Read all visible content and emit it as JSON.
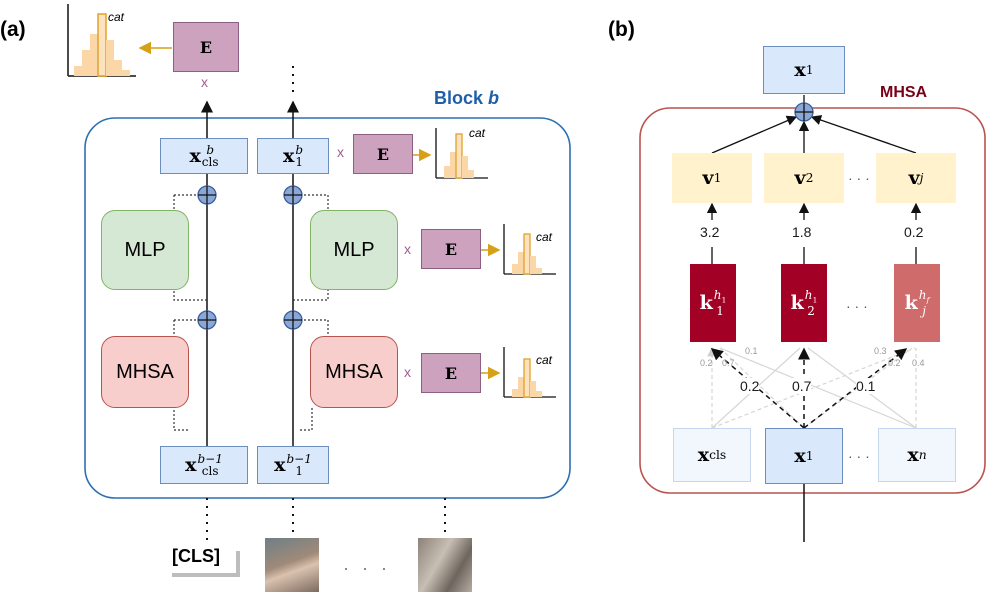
{
  "panel_a": {
    "label": "(a)",
    "block_title": "Block b",
    "block_title_main": "Block",
    "block_title_var": "b",
    "top_embed": "E",
    "top_cat": "cat",
    "times": "x",
    "x_cls_b": {
      "base": "x",
      "sub": "cls",
      "sup": "b"
    },
    "x_1_b": {
      "base": "x",
      "sub": "1",
      "sup": "b"
    },
    "x_cls_prev": {
      "base": "x",
      "sub": "cls",
      "sup": "b−1"
    },
    "x_1_prev": {
      "base": "x",
      "sub": "1",
      "sup": "b−1"
    },
    "mlp_label": "MLP",
    "mhsa_label": "MHSA",
    "embed_label": "E",
    "cat_label": "cat",
    "cls_token": "[CLS]",
    "ellipsis": "· · ·"
  },
  "panel_b": {
    "label": "(b)",
    "mhsa_title": "MHSA",
    "out": {
      "base": "x",
      "sub": "1"
    },
    "v": [
      {
        "base": "v",
        "sub": "1"
      },
      {
        "base": "v",
        "sub": "2"
      },
      {
        "base": "v",
        "sub": "j"
      }
    ],
    "v_weights": [
      "3.2",
      "1.8",
      "0.2"
    ],
    "k": [
      {
        "base": "k",
        "sub": "1",
        "sup": "h",
        "supsub": "1"
      },
      {
        "base": "k",
        "sub": "2",
        "sup": "h",
        "supsub": "1"
      },
      {
        "base": "k",
        "sub": "j",
        "sup": "h",
        "supsub": "f"
      }
    ],
    "k_colors": [
      "#a20025",
      "#a20025",
      "#d06b6b"
    ],
    "x_in": [
      {
        "base": "x",
        "sub": "cls"
      },
      {
        "base": "x",
        "sub": "1"
      },
      {
        "base": "x",
        "sub": "n"
      }
    ],
    "attn_weights_main": [
      "0.2",
      "0.7",
      "0.1"
    ],
    "attn_weights_small": [
      "0.2",
      "0.7",
      "0.1",
      "0.3",
      "0.2",
      "0.4"
    ],
    "ellipsis": "· · ·"
  },
  "colors": {
    "block_border": "#2d6fb3",
    "mhsa_border": "#b85450",
    "mhsa_title": "#7a0019",
    "plus": "#6c8ebf",
    "arrow_gold": "#d6a117",
    "hist_fill": "#fbd7a8",
    "hist_highlight": "#e0a22a"
  }
}
